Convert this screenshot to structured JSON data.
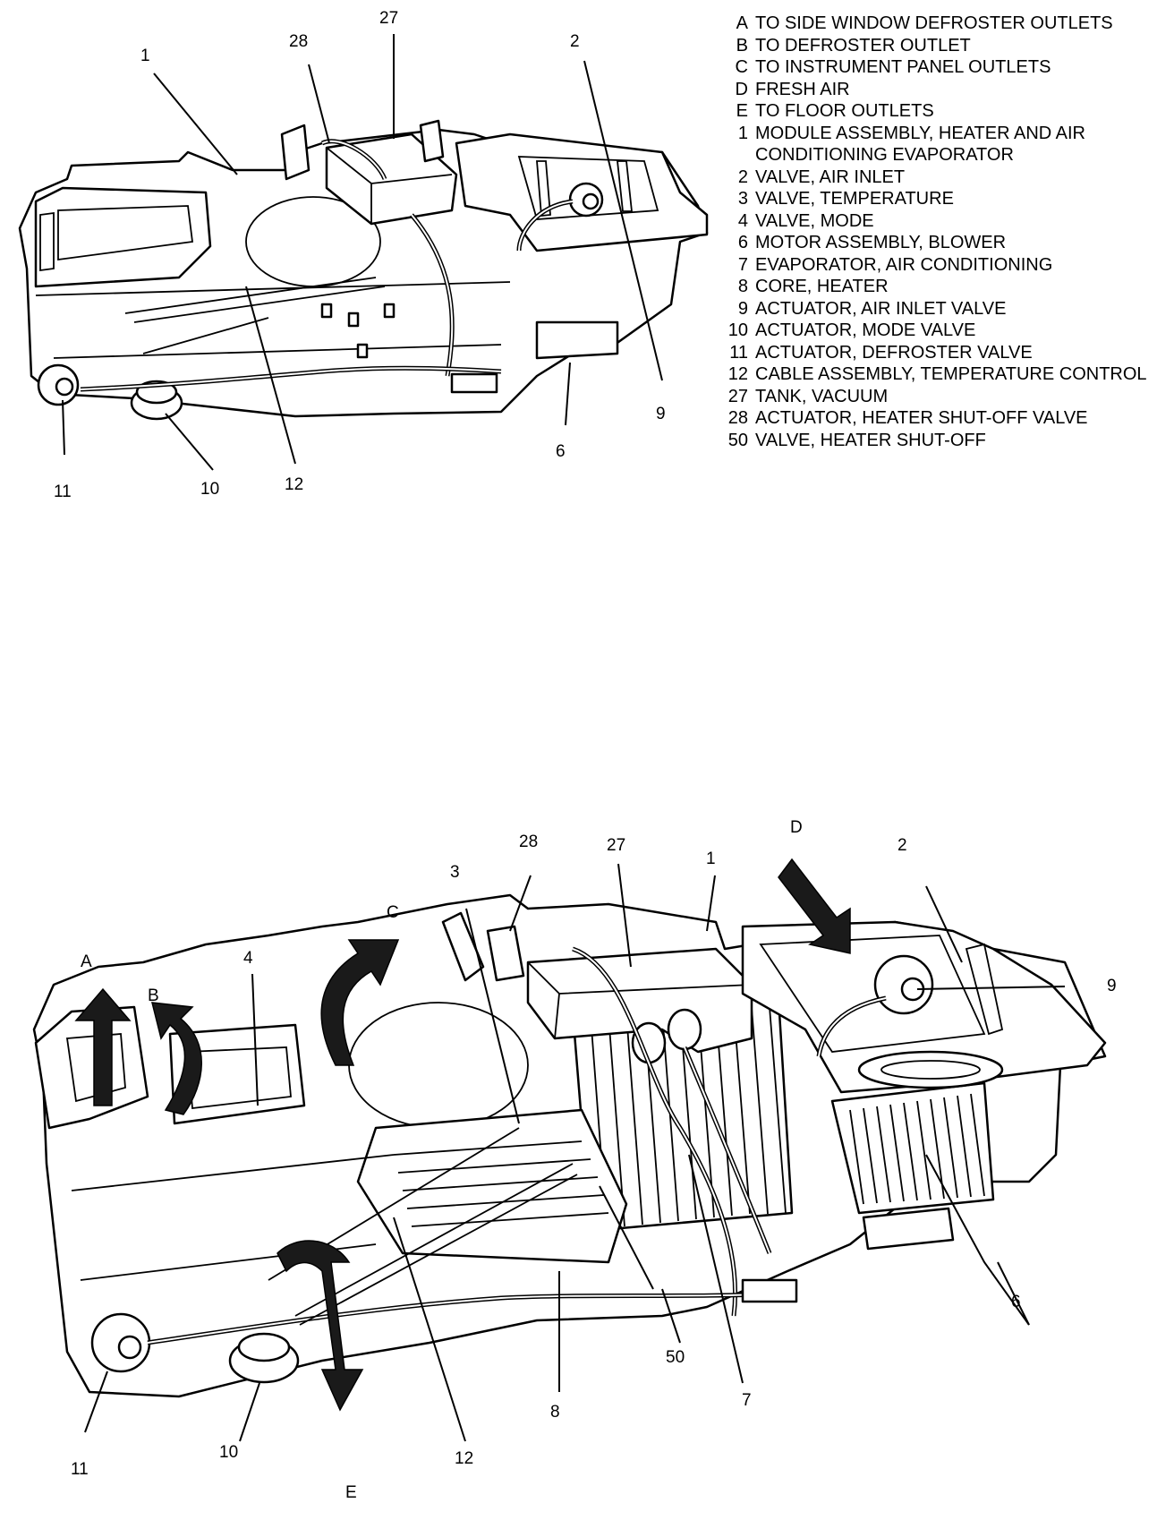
{
  "legend": [
    {
      "key": "A",
      "text": "TO SIDE WINDOW DEFROSTER OUTLETS"
    },
    {
      "key": "B",
      "text": "TO DEFROSTER OUTLET"
    },
    {
      "key": "C",
      "text": "TO INSTRUMENT PANEL OUTLETS"
    },
    {
      "key": "D",
      "text": "FRESH AIR"
    },
    {
      "key": "E",
      "text": "TO FLOOR OUTLETS"
    },
    {
      "key": "1",
      "text": "MODULE ASSEMBLY, HEATER AND AIR CONDITIONING EVAPORATOR"
    },
    {
      "key": "2",
      "text": "VALVE, AIR INLET"
    },
    {
      "key": "3",
      "text": "VALVE, TEMPERATURE"
    },
    {
      "key": "4",
      "text": "VALVE, MODE"
    },
    {
      "key": "6",
      "text": "MOTOR ASSEMBLY, BLOWER"
    },
    {
      "key": "7",
      "text": "EVAPORATOR, AIR CONDITIONING"
    },
    {
      "key": "8",
      "text": "CORE, HEATER"
    },
    {
      "key": "9",
      "text": "ACTUATOR, AIR INLET VALVE"
    },
    {
      "key": "10",
      "text": "ACTUATOR, MODE VALVE"
    },
    {
      "key": "11",
      "text": "ACTUATOR, DEFROSTER VALVE"
    },
    {
      "key": "12",
      "text": "CABLE ASSEMBLY, TEMPERATURE CONTROL"
    },
    {
      "key": "27",
      "text": "TANK, VACUUM"
    },
    {
      "key": "28",
      "text": "ACTUATOR, HEATER SHUT-OFF VALVE"
    },
    {
      "key": "50",
      "text": "VALVE, HEATER SHUT-OFF"
    }
  ],
  "top_callouts": {
    "c1": "1",
    "c2": "2",
    "c6": "6",
    "c9": "9",
    "c10": "10",
    "c11": "11",
    "c12": "12",
    "c27": "27",
    "c28": "28"
  },
  "bottom_callouts": {
    "A": "A",
    "B": "B",
    "C": "C",
    "D": "D",
    "E": "E",
    "c1": "1",
    "c2": "2",
    "c3": "3",
    "c4": "4",
    "c6": "6",
    "c7": "7",
    "c8": "8",
    "c9": "9",
    "c10": "10",
    "c11": "11",
    "c12": "12",
    "c27": "27",
    "c28": "28",
    "c50": "50"
  }
}
